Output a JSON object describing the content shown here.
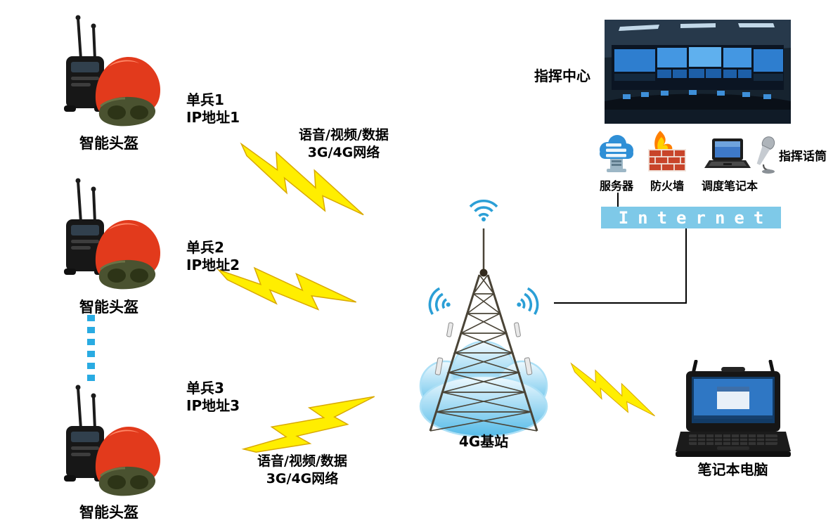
{
  "units": [
    {
      "device_label": "智能头盔",
      "soldier": "单兵1",
      "ip": "IP地址1"
    },
    {
      "device_label": "智能头盔",
      "soldier": "单兵2",
      "ip": "IP地址2"
    },
    {
      "device_label": "智能头盔",
      "soldier": "单兵3",
      "ip": "IP地址3"
    }
  ],
  "link_labels": {
    "top": {
      "line1": "语音/视频/数据",
      "line2": "3G/4G网络"
    },
    "bottom": {
      "line1": "语音/视频/数据",
      "line2": "3G/4G网络"
    }
  },
  "base_station": {
    "label": "4G基站"
  },
  "command_center": {
    "label": "指挥中心"
  },
  "peripherals": {
    "server": {
      "label": "服务器"
    },
    "firewall": {
      "label": "防火墙"
    },
    "dispatch_laptop": {
      "label": "调度笔记本"
    },
    "microphone": {
      "label": "指挥话筒"
    }
  },
  "internet": {
    "label": "Internet"
  },
  "field_laptop": {
    "label": "笔记本电脑"
  },
  "icons": {
    "smart_helmet": "smart-helmet-icon",
    "lightning": "lightning-bolt-icon",
    "wifi": "wifi-icon",
    "tower": "base-station-tower-icon",
    "cloud": "cloud-icon",
    "control_room": "command-center-photo",
    "server": "server-icon",
    "firewall": "firewall-icon",
    "dispatch_laptop": "dispatch-laptop-icon",
    "microphone": "microphone-icon",
    "field_laptop": "field-laptop-icon",
    "continuation": "continuation-dots"
  },
  "colors": {
    "lightning_fill": "#ffee00",
    "lightning_stroke": "#d9a900",
    "internet_bar_bg": "#7ec9e8",
    "internet_text": "#ffffff",
    "dotted_line": "#29abe2",
    "wifi_blue": "#2b9fd6",
    "connector_line": "#000000",
    "helmet_red": "#e23a1c",
    "cloud_blue": "#55bbe8"
  }
}
